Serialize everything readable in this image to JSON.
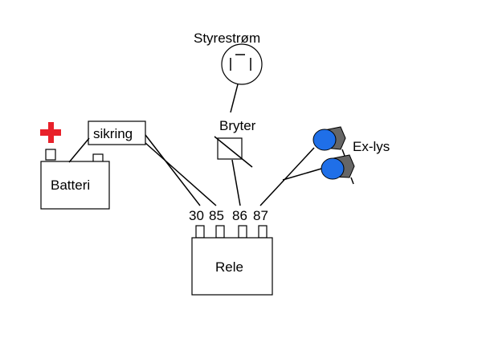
{
  "labels": {
    "control_power": "Styrestrøm",
    "switch": "Bryter",
    "fuse": "sikring",
    "battery": "Batteri",
    "lights": "Ex-lys",
    "relay": "Rele",
    "pin_30": "30",
    "pin_85": "85",
    "pin_86": "86",
    "pin_87": "87"
  },
  "icons": {
    "plus": "plus-icon",
    "socket": "socket-icon",
    "lamp": "lamp-icon"
  },
  "colors": {
    "plus": "#e8212a",
    "lamp": "#1f6fe8",
    "lamp_housing": "#666666",
    "line": "#000000"
  }
}
